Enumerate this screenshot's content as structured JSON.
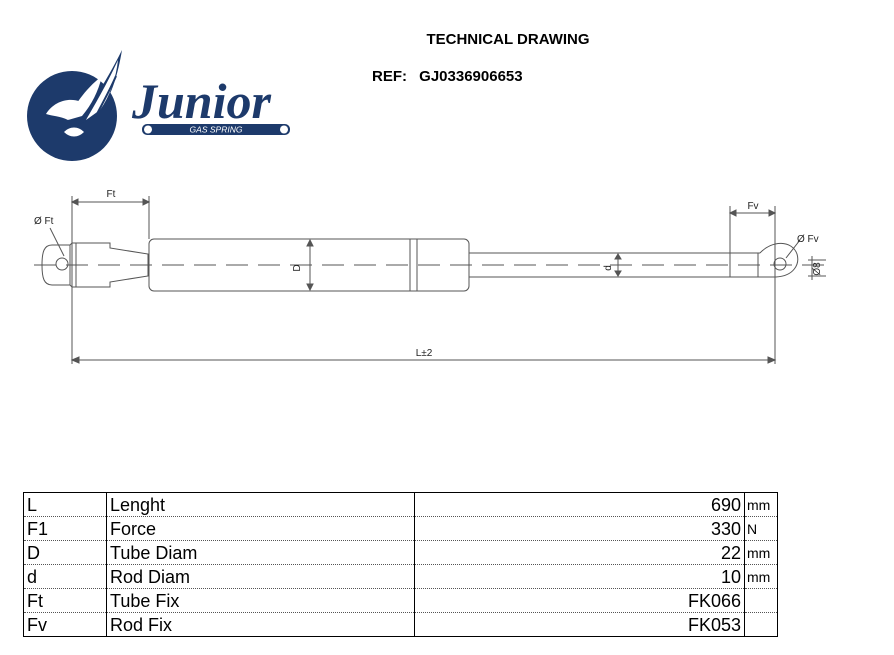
{
  "header": {
    "title": "TECHNICAL DRAWING",
    "ref_label": "REF:",
    "ref_value": "GJ0336906653"
  },
  "logo": {
    "wordmark": "Junior",
    "tagline": "GAS SPRING",
    "brand_color": "#1d3a6b"
  },
  "drawing": {
    "labels": {
      "ft": "Ft",
      "fv": "Fv",
      "phi_ft": "Ø Ft",
      "phi_fv": "Ø Fv",
      "tube_diam": "D",
      "rod_diam": "d",
      "length": "L±2",
      "small": "Ø8"
    }
  },
  "specs": [
    {
      "code": "L",
      "name": "Lenght",
      "value": "690",
      "unit": "mm"
    },
    {
      "code": "F1",
      "name": "Force",
      "value": "330",
      "unit": "N"
    },
    {
      "code": "D",
      "name": "Tube Diam",
      "value": "22",
      "unit": "mm"
    },
    {
      "code": "d",
      "name": "Rod Diam",
      "value": "10",
      "unit": "mm"
    },
    {
      "code": "Ft",
      "name": "Tube Fix",
      "value": "FK066",
      "unit": ""
    },
    {
      "code": "Fv",
      "name": "Rod Fix",
      "value": "FK053",
      "unit": ""
    }
  ]
}
